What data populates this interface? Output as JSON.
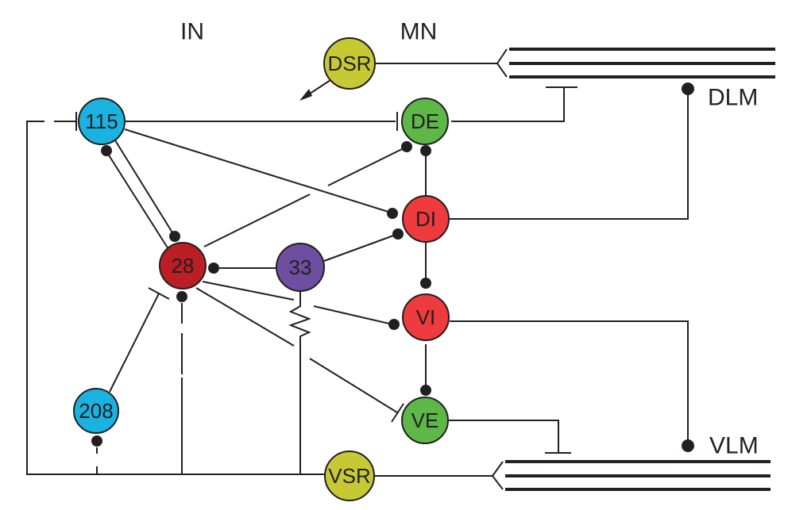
{
  "figure": {
    "group_labels": {
      "interneurons": "IN",
      "motoneurons": "MN"
    },
    "muscle_labels": {
      "dorsal": "DLM",
      "ventral": "VLM"
    },
    "nodes": [
      {
        "id": "DSR",
        "label": "DSR",
        "color": "#c7c934"
      },
      {
        "id": "115",
        "label": "115",
        "color": "#1ab2e0"
      },
      {
        "id": "DE",
        "label": "DE",
        "color": "#5db847"
      },
      {
        "id": "DI",
        "label": "DI",
        "color": "#ee3b3e"
      },
      {
        "id": "28",
        "label": "28",
        "color": "#bb1e25"
      },
      {
        "id": "33",
        "label": "33",
        "color": "#6d4ea0"
      },
      {
        "id": "VI",
        "label": "VI",
        "color": "#ee3b3e"
      },
      {
        "id": "208",
        "label": "208",
        "color": "#1ab2e0"
      },
      {
        "id": "VE",
        "label": "VE",
        "color": "#5db847"
      },
      {
        "id": "VSR",
        "label": "VSR",
        "color": "#c7c934"
      }
    ],
    "connections": [
      {
        "from": "DSR",
        "to": "DLM",
        "type": "sensory-input"
      },
      {
        "from": "DSR",
        "to": "115",
        "type": "arrow"
      },
      {
        "from": "115",
        "to": "DE",
        "type": "inhibitory"
      },
      {
        "from": "115",
        "to": "DI",
        "type": "excitatory"
      },
      {
        "from": "115",
        "to": "28",
        "type": "excitatory"
      },
      {
        "from": "28",
        "to": "115",
        "type": "excitatory"
      },
      {
        "from": "28",
        "to": "DE",
        "type": "excitatory"
      },
      {
        "from": "33",
        "to": "28",
        "type": "excitatory"
      },
      {
        "from": "33",
        "to": "DI",
        "type": "excitatory"
      },
      {
        "from": "28",
        "to": "VI",
        "type": "excitatory"
      },
      {
        "from": "28",
        "to": "VE",
        "type": "inhibitory"
      },
      {
        "from": "208",
        "to": "28",
        "type": "inhibitory"
      },
      {
        "from": "VSR",
        "to": "28",
        "type": "excitatory"
      },
      {
        "from": "VSR",
        "to": "208",
        "type": "excitatory"
      },
      {
        "from": "VSR",
        "to": "115",
        "type": "inhibitory"
      },
      {
        "from": "33",
        "to": "VSR",
        "type": "electrical"
      },
      {
        "from": "DI",
        "to": "DE",
        "type": "excitatory"
      },
      {
        "from": "DI",
        "to": "VI",
        "type": "excitatory"
      },
      {
        "from": "VI",
        "to": "VE",
        "type": "excitatory"
      },
      {
        "from": "DE",
        "to": "DLM",
        "type": "inhibitory"
      },
      {
        "from": "DI",
        "to": "DLM",
        "type": "excitatory"
      },
      {
        "from": "VI",
        "to": "VLM",
        "type": "excitatory"
      },
      {
        "from": "VE",
        "to": "VLM",
        "type": "inhibitory"
      },
      {
        "from": "VSR",
        "to": "VLM",
        "type": "sensory-input"
      }
    ]
  }
}
